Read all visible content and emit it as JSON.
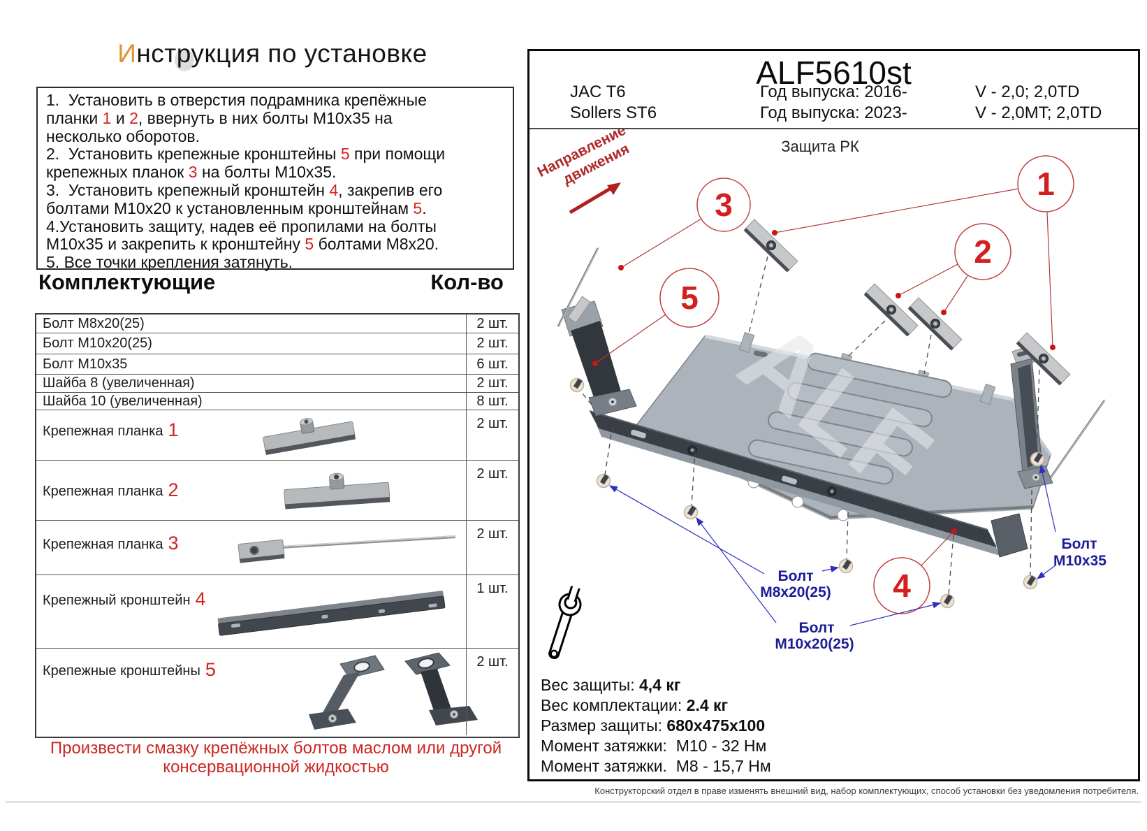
{
  "document": {
    "title": {
      "lead": "И",
      "rest": "нструкция по установке"
    },
    "steps": [
      [
        {
          "t": "1.  Установить в отверстия подрамника крепёжные\nпланки "
        },
        {
          "t": "1",
          "red": true
        },
        {
          "t": " и "
        },
        {
          "t": "2",
          "red": true
        },
        {
          "t": ", ввернуть в них болты М10х35 на\nнесколько оборотов."
        }
      ],
      [
        {
          "t": "2.  Установить крепежные кронштейны "
        },
        {
          "t": "5",
          "red": true
        },
        {
          "t": " при помощи\nкрепежных планок "
        },
        {
          "t": "3",
          "red": true
        },
        {
          "t": " на болты М10х35."
        }
      ],
      [
        {
          "t": "3.  Установить крепежный кронштейн "
        },
        {
          "t": "4",
          "red": true
        },
        {
          "t": ", закрепив его\nболтами М10х20 к установленным кронштейнам "
        },
        {
          "t": "5",
          "red": true
        },
        {
          "t": "."
        }
      ],
      [
        {
          "t": "4.Установить защиту, надев её пропилами на болты\nМ10х35 и закрепить к кронштейну "
        },
        {
          "t": "5",
          "red": true
        },
        {
          "t": " болтами М8х20."
        }
      ],
      [
        {
          "t": "5. Все точки крепления затянуть."
        }
      ]
    ],
    "components": {
      "header": "Комплектующие",
      "qty_header": "Кол-во",
      "rows": [
        {
          "label": "Болт М8х20(25)",
          "qty": "2 шт."
        },
        {
          "label": "Болт М10х20(25)",
          "qty": "2 шт."
        },
        {
          "label": "Болт М10х35",
          "qty": "6 шт."
        },
        {
          "label": "Шайба 8 (увеличенная)",
          "qty": "2 шт."
        },
        {
          "label": "Шайба 10 (увеличенная)",
          "qty": "8 шт."
        },
        {
          "label": "Крепежная планка",
          "num": "1",
          "qty": "2 шт."
        },
        {
          "label": "Крепежная планка",
          "num": "2",
          "qty": "2 шт."
        },
        {
          "label": "Крепежная планка",
          "num": "3",
          "qty": "2 шт."
        },
        {
          "label": "Крепежный кронштейн",
          "num": "4",
          "qty": "1 шт."
        },
        {
          "label": "Крепежные кронштейны",
          "num": "5",
          "qty": "2 шт."
        }
      ]
    },
    "note": {
      "line1": "Произвести смазку крепёжных болтов маслом или другой",
      "line2": "консервационной жидкостью"
    },
    "part_code": "ALF5610st",
    "vehicles": [
      {
        "name": "JAC T6",
        "year_label": "Год выпуска: 2016-",
        "engine": "V - 2,0; 2,0TD"
      },
      {
        "name": "Sollers ST6",
        "year_label": "Год выпуска: 2023-",
        "engine": "V - 2,0MT; 2,0TD"
      }
    ],
    "diagram": {
      "title": "Защита РК",
      "direction": {
        "line1": "Направление",
        "line2": "движения"
      },
      "watermark": "ALF",
      "callouts": {
        "c1": "1",
        "c2": "2",
        "c3": "3",
        "c4": "4",
        "c5": "5"
      },
      "bolt_labels": {
        "m8": {
          "l1": "Болт",
          "l2": "М8х20(25)"
        },
        "m10_20": {
          "l1": "Болт",
          "l2": "М10х20(25)"
        },
        "m10_35": {
          "l1": "Болт",
          "l2": "М10х35"
        }
      }
    },
    "specs": [
      {
        "label": "Вес защиты: ",
        "value": "4,4 кг",
        "bold": true
      },
      {
        "label": "Вес комплектации: ",
        "value": "2.4 кг",
        "bold": true
      },
      {
        "label": "Размер защиты: ",
        "value": "680х475х100",
        "bold": true
      },
      {
        "label": "Момент затяжки:  ",
        "value": "М10 - 32 Нм"
      },
      {
        "label": "Момент затяжки.  ",
        "value": "М8 - 15,7 Нм"
      }
    ],
    "footer": "Конструкторский отдел в праве изменять внешний вид, набор комплектующих, способ установки без уведомления потребителя."
  }
}
